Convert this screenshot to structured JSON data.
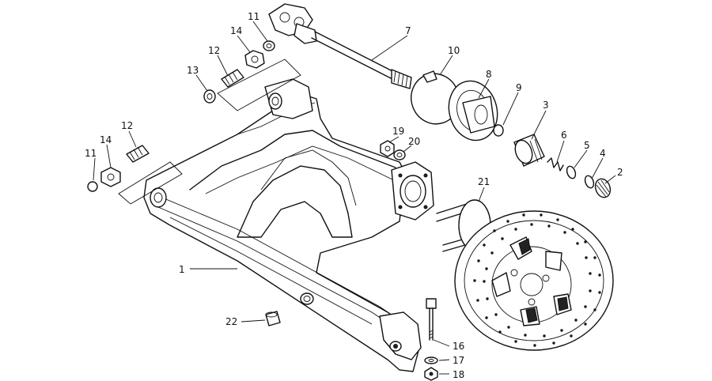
{
  "diagram": {
    "labels": {
      "l1": "1",
      "l2": "2",
      "l3": "3",
      "l4": "4",
      "l5": "5",
      "l6": "6",
      "l7": "7",
      "l8": "8",
      "l9": "9",
      "l10": "10",
      "l11a": "11",
      "l11b": "11",
      "l12a": "12",
      "l12b": "12",
      "l13": "13",
      "l14a": "14",
      "l14b": "14",
      "l16": "16",
      "l17": "17",
      "l18": "18",
      "l19": "19",
      "l20": "20",
      "l21": "21",
      "l22": "22"
    }
  }
}
